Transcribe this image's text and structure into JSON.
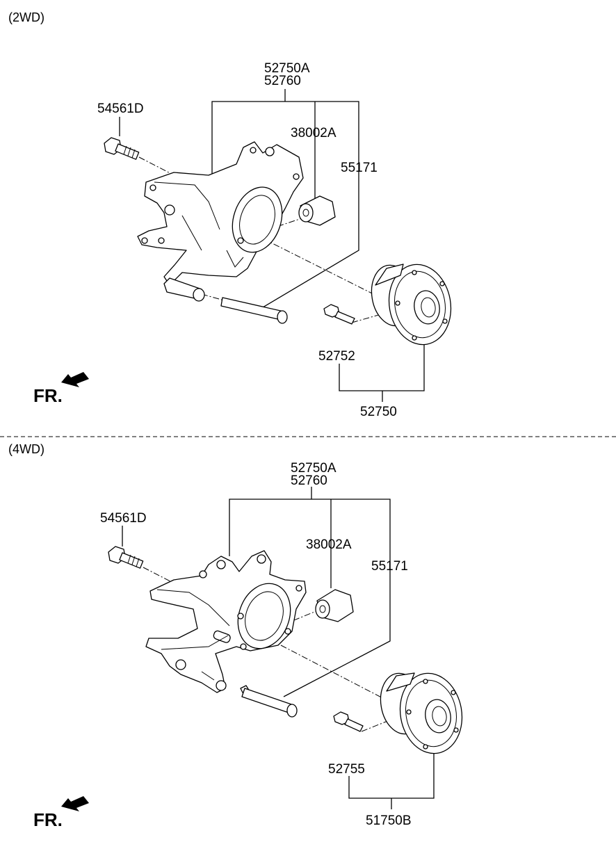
{
  "sections": [
    {
      "tag": "(2WD)",
      "fr": "FR.",
      "labels": {
        "knuckle_a": "52750A",
        "knuckle_b": "52760",
        "bolt": "54561D",
        "bushing": "38002A",
        "pin": "55171",
        "hub_bolt": "52752",
        "hub_assy": "52750"
      }
    },
    {
      "tag": "(4WD)",
      "fr": "FR.",
      "labels": {
        "knuckle_a": "52750A",
        "knuckle_b": "52760",
        "bolt": "54561D",
        "bushing": "38002A",
        "pin": "55171",
        "hub_bolt": "52755",
        "hub_assy": "51750B"
      }
    }
  ]
}
